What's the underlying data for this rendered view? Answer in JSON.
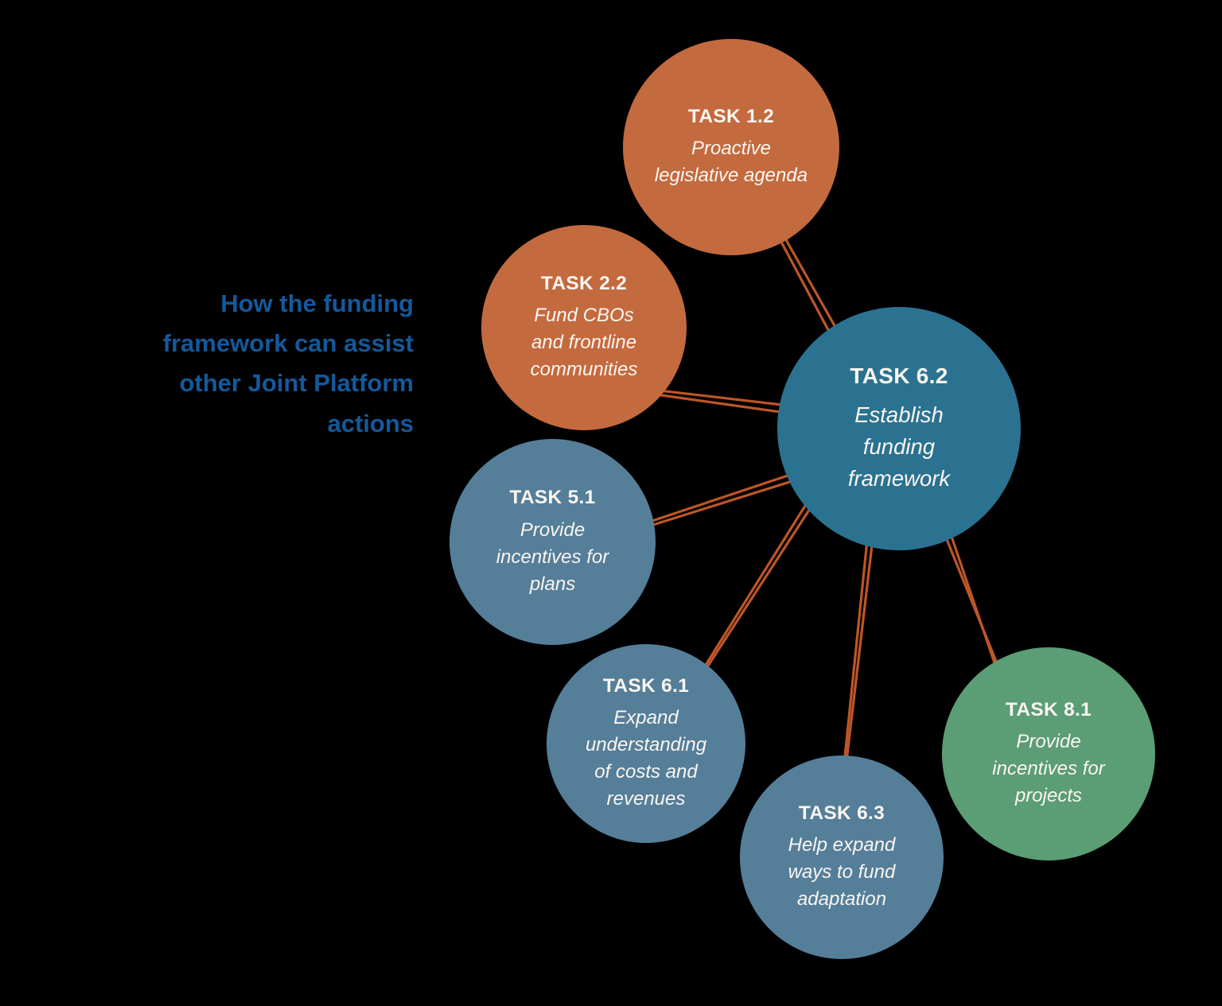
{
  "title": {
    "text": "How the funding\nframework can assist\nother Joint Platform\nactions",
    "color": "#14599B"
  },
  "tasks": [
    {
      "id": "task-1-2",
      "label": "TASK 1.2",
      "desc": "Proactive\nlegislative agenda",
      "color": "#C46A3F"
    },
    {
      "id": "task-2-2",
      "label": "TASK 2.2",
      "desc": "Fund CBOs\nand frontline\ncommunities",
      "color": "#C46A3F"
    },
    {
      "id": "task-6-2",
      "label": "TASK 6.2",
      "desc": "Establish\nfunding\nframework",
      "color": "#2B7290"
    },
    {
      "id": "task-5-1",
      "label": "TASK 5.1",
      "desc": "Provide\nincentives for\nplans",
      "color": "#557E99"
    },
    {
      "id": "task-6-1",
      "label": "TASK 6.1",
      "desc": "Expand\nunderstanding\nof costs and\nrevenues",
      "color": "#557E99"
    },
    {
      "id": "task-6-3",
      "label": "TASK 6.3",
      "desc": "Help expand\nways to fund\nadaptation",
      "color": "#557E99"
    },
    {
      "id": "task-8-1",
      "label": "TASK 8.1",
      "desc": "Provide\nincentives for\nprojects",
      "color": "#5B9D75"
    }
  ],
  "connectors": {
    "color": "#BD5627",
    "style": "double-line",
    "items": [
      {
        "from": "task-1-2",
        "to": "task-6-2",
        "a": [
          943,
          231,
          1080,
          488
        ],
        "b": [
          947,
          229,
          1090,
          482
        ]
      },
      {
        "from": "task-2-2",
        "to": "task-6-2",
        "a": [
          760,
          487,
          1109,
          536
        ],
        "b": [
          760,
          483,
          1111,
          524
        ]
      },
      {
        "from": "task-5-1",
        "to": "task-6-2",
        "a": [
          721,
          688,
          1092,
          564
        ],
        "b": [
          719,
          692,
          1088,
          576
        ]
      },
      {
        "from": "task-6-1",
        "to": "task-6-2",
        "a": [
          1017,
          628,
          879,
          849
        ],
        "b": [
          1023,
          632,
          881,
          851
        ]
      },
      {
        "from": "task-6-3",
        "to": "task-6-2",
        "a": [
          1092,
          660,
          1057,
          1000
        ],
        "b": [
          1099,
          660,
          1059,
          1000
        ]
      },
      {
        "from": "task-8-1",
        "to": "task-6-2",
        "a": [
          1181,
          656,
          1264,
          861
        ],
        "b": [
          1189,
          654,
          1260,
          863
        ]
      }
    ]
  }
}
